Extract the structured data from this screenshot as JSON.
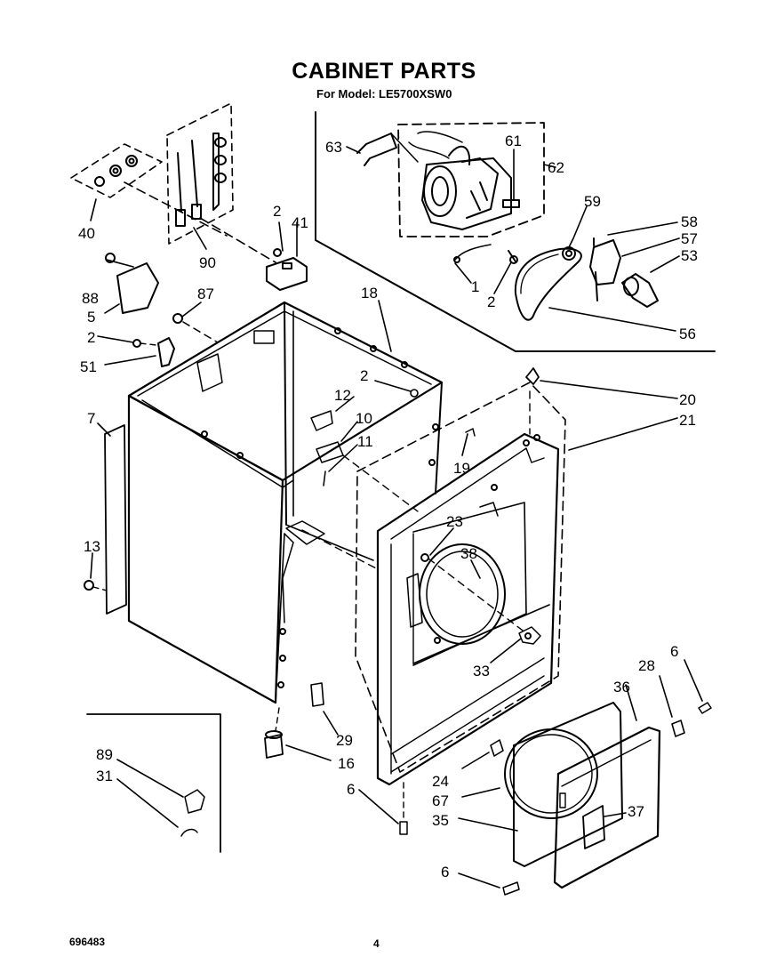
{
  "header": {
    "title": "CABINET PARTS",
    "subtitle": "For Model: LE5700XSW0"
  },
  "footer": {
    "doc_number": "696483",
    "page_number": "4"
  },
  "callouts": {
    "c63": "63",
    "c61": "61",
    "c62": "62",
    "c59": "59",
    "c58": "58",
    "c57": "57",
    "c53": "53",
    "c56": "56",
    "c1": "1",
    "c2_motor": "2",
    "c40": "40",
    "c90": "90",
    "c2_top": "2",
    "c41": "41",
    "c88": "88",
    "c5": "5",
    "c87": "87",
    "c2_left": "2",
    "c51": "51",
    "c18": "18",
    "c2_mid": "2",
    "c12": "12",
    "c10": "10",
    "c11": "11",
    "c20": "20",
    "c21": "21",
    "c7": "7",
    "c19": "19",
    "c23": "23",
    "c38": "38",
    "c13": "13",
    "c33": "33",
    "c6_right": "6",
    "c28": "28",
    "c36": "36",
    "c29": "29",
    "c16": "16",
    "c89": "89",
    "c31": "31",
    "c24": "24",
    "c67": "67",
    "c35": "35",
    "c37": "37",
    "c6_bottom": "6",
    "c6_door": "6"
  }
}
